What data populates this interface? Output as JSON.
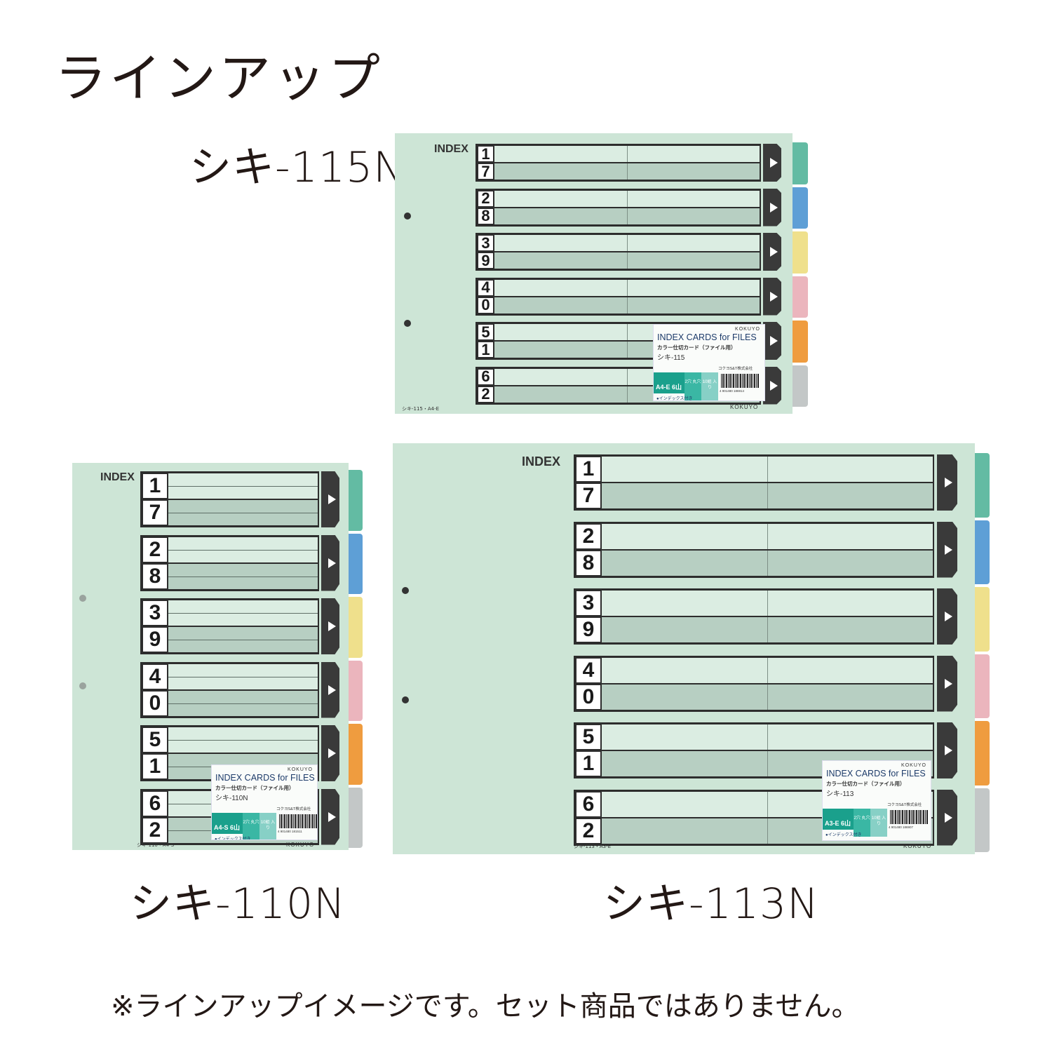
{
  "title": "ラインアップ",
  "footnote": "※ラインアップイメージです。セット商品ではありません。",
  "tab_colors": [
    "#63bba3",
    "#5e9fd6",
    "#efe08c",
    "#ebb5bd",
    "#ef9c3f",
    "#c3c7c7"
  ],
  "products": [
    {
      "model": "シキ-115N",
      "index_label": "INDEX",
      "number_pairs": [
        [
          "1",
          "7"
        ],
        [
          "2",
          "8"
        ],
        [
          "3",
          "9"
        ],
        [
          "4",
          "0"
        ],
        [
          "5",
          "1"
        ],
        [
          "6",
          "2"
        ]
      ],
      "card_code": "シキ-115・A4-E",
      "brand": "KOKUYO",
      "package": {
        "brand": "KOKUYO",
        "heading": "INDEX CARDS for FILES",
        "subheading": "カラー仕切カード（ファイル用）",
        "code": "シキ-115",
        "size": "A4-E 6山",
        "holes": "2穴 丸穴",
        "qty": "10組 入り",
        "note": "●インデックス付き",
        "maker": "コクヨS&T株式会社",
        "barcode": "4 901480 186914"
      }
    },
    {
      "model": "シキ-110N",
      "index_label": "INDEX",
      "number_pairs": [
        [
          "1",
          "7"
        ],
        [
          "2",
          "8"
        ],
        [
          "3",
          "9"
        ],
        [
          "4",
          "0"
        ],
        [
          "5",
          "1"
        ],
        [
          "6",
          "2"
        ]
      ],
      "card_code": "シキ-110・A4-S",
      "brand": "KOKUYO",
      "package": {
        "brand": "KOKUYO",
        "heading": "INDEX CARDS for FILES",
        "subheading": "カラー仕切カード（ファイル用）",
        "code": "シキ-110N",
        "size": "A4-S 6山",
        "holes": "2穴 丸穴",
        "qty": "10組 入り",
        "note": "●インデックス付き",
        "maker": "コクヨS&T株式会社",
        "barcode": "4 901480 181511"
      }
    },
    {
      "model": "シキ-113N",
      "index_label": "INDEX",
      "number_pairs": [
        [
          "1",
          "7"
        ],
        [
          "2",
          "8"
        ],
        [
          "3",
          "9"
        ],
        [
          "4",
          "0"
        ],
        [
          "5",
          "1"
        ],
        [
          "6",
          "2"
        ]
      ],
      "card_code": "シキ-113・A3-E",
      "brand": "KOKUYO",
      "package": {
        "brand": "KOKUYO",
        "heading": "INDEX CARDS for FILES",
        "subheading": "カラー仕切カード（ファイル用）",
        "code": "シキ-113",
        "size": "A3-E 6山",
        "holes": "2穴 丸穴",
        "qty": "10組 入り",
        "note": "●インデックス付き",
        "maker": "コクヨS&T株式会社",
        "barcode": "4 901480 186907"
      }
    }
  ]
}
